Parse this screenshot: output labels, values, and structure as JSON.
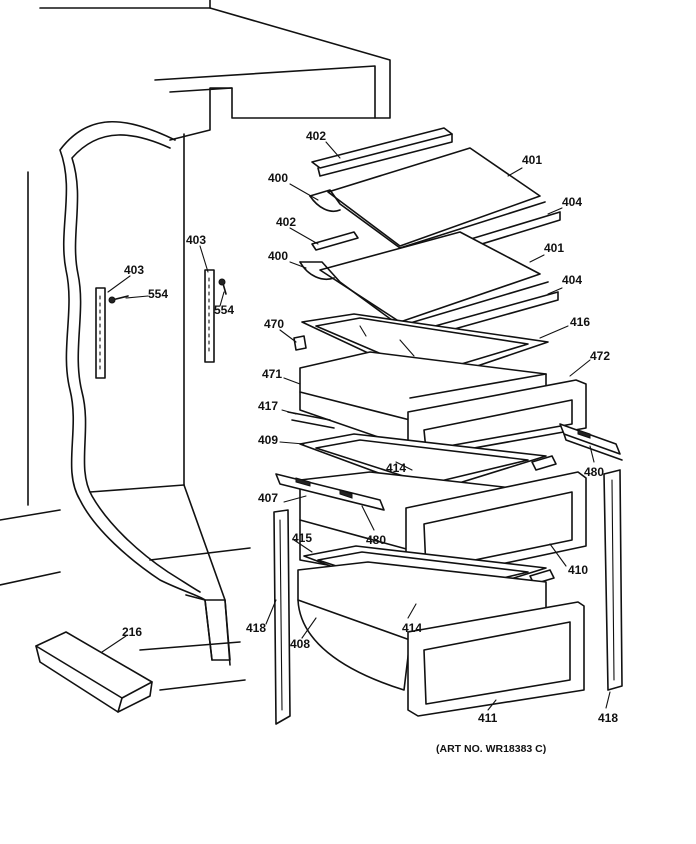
{
  "parts": {
    "p402a": "402",
    "p401a": "401",
    "p400a": "400",
    "p404a": "404",
    "p402b": "402",
    "p400b": "400",
    "p401b": "401",
    "p404b": "404",
    "p403a": "403",
    "p554a": "554",
    "p403b": "403",
    "p554b": "554",
    "p470": "470",
    "p416": "416",
    "p471": "471",
    "p472": "472",
    "p417": "417",
    "p409": "409",
    "p414a": "414",
    "p480a": "480",
    "p407": "407",
    "p480b": "480",
    "p415": "415",
    "p410": "410",
    "p216": "216",
    "p418a": "418",
    "p408": "408",
    "p414b": "414",
    "p411": "411",
    "p418b": "418"
  },
  "art_number": "(ART NO. WR18383 C)"
}
